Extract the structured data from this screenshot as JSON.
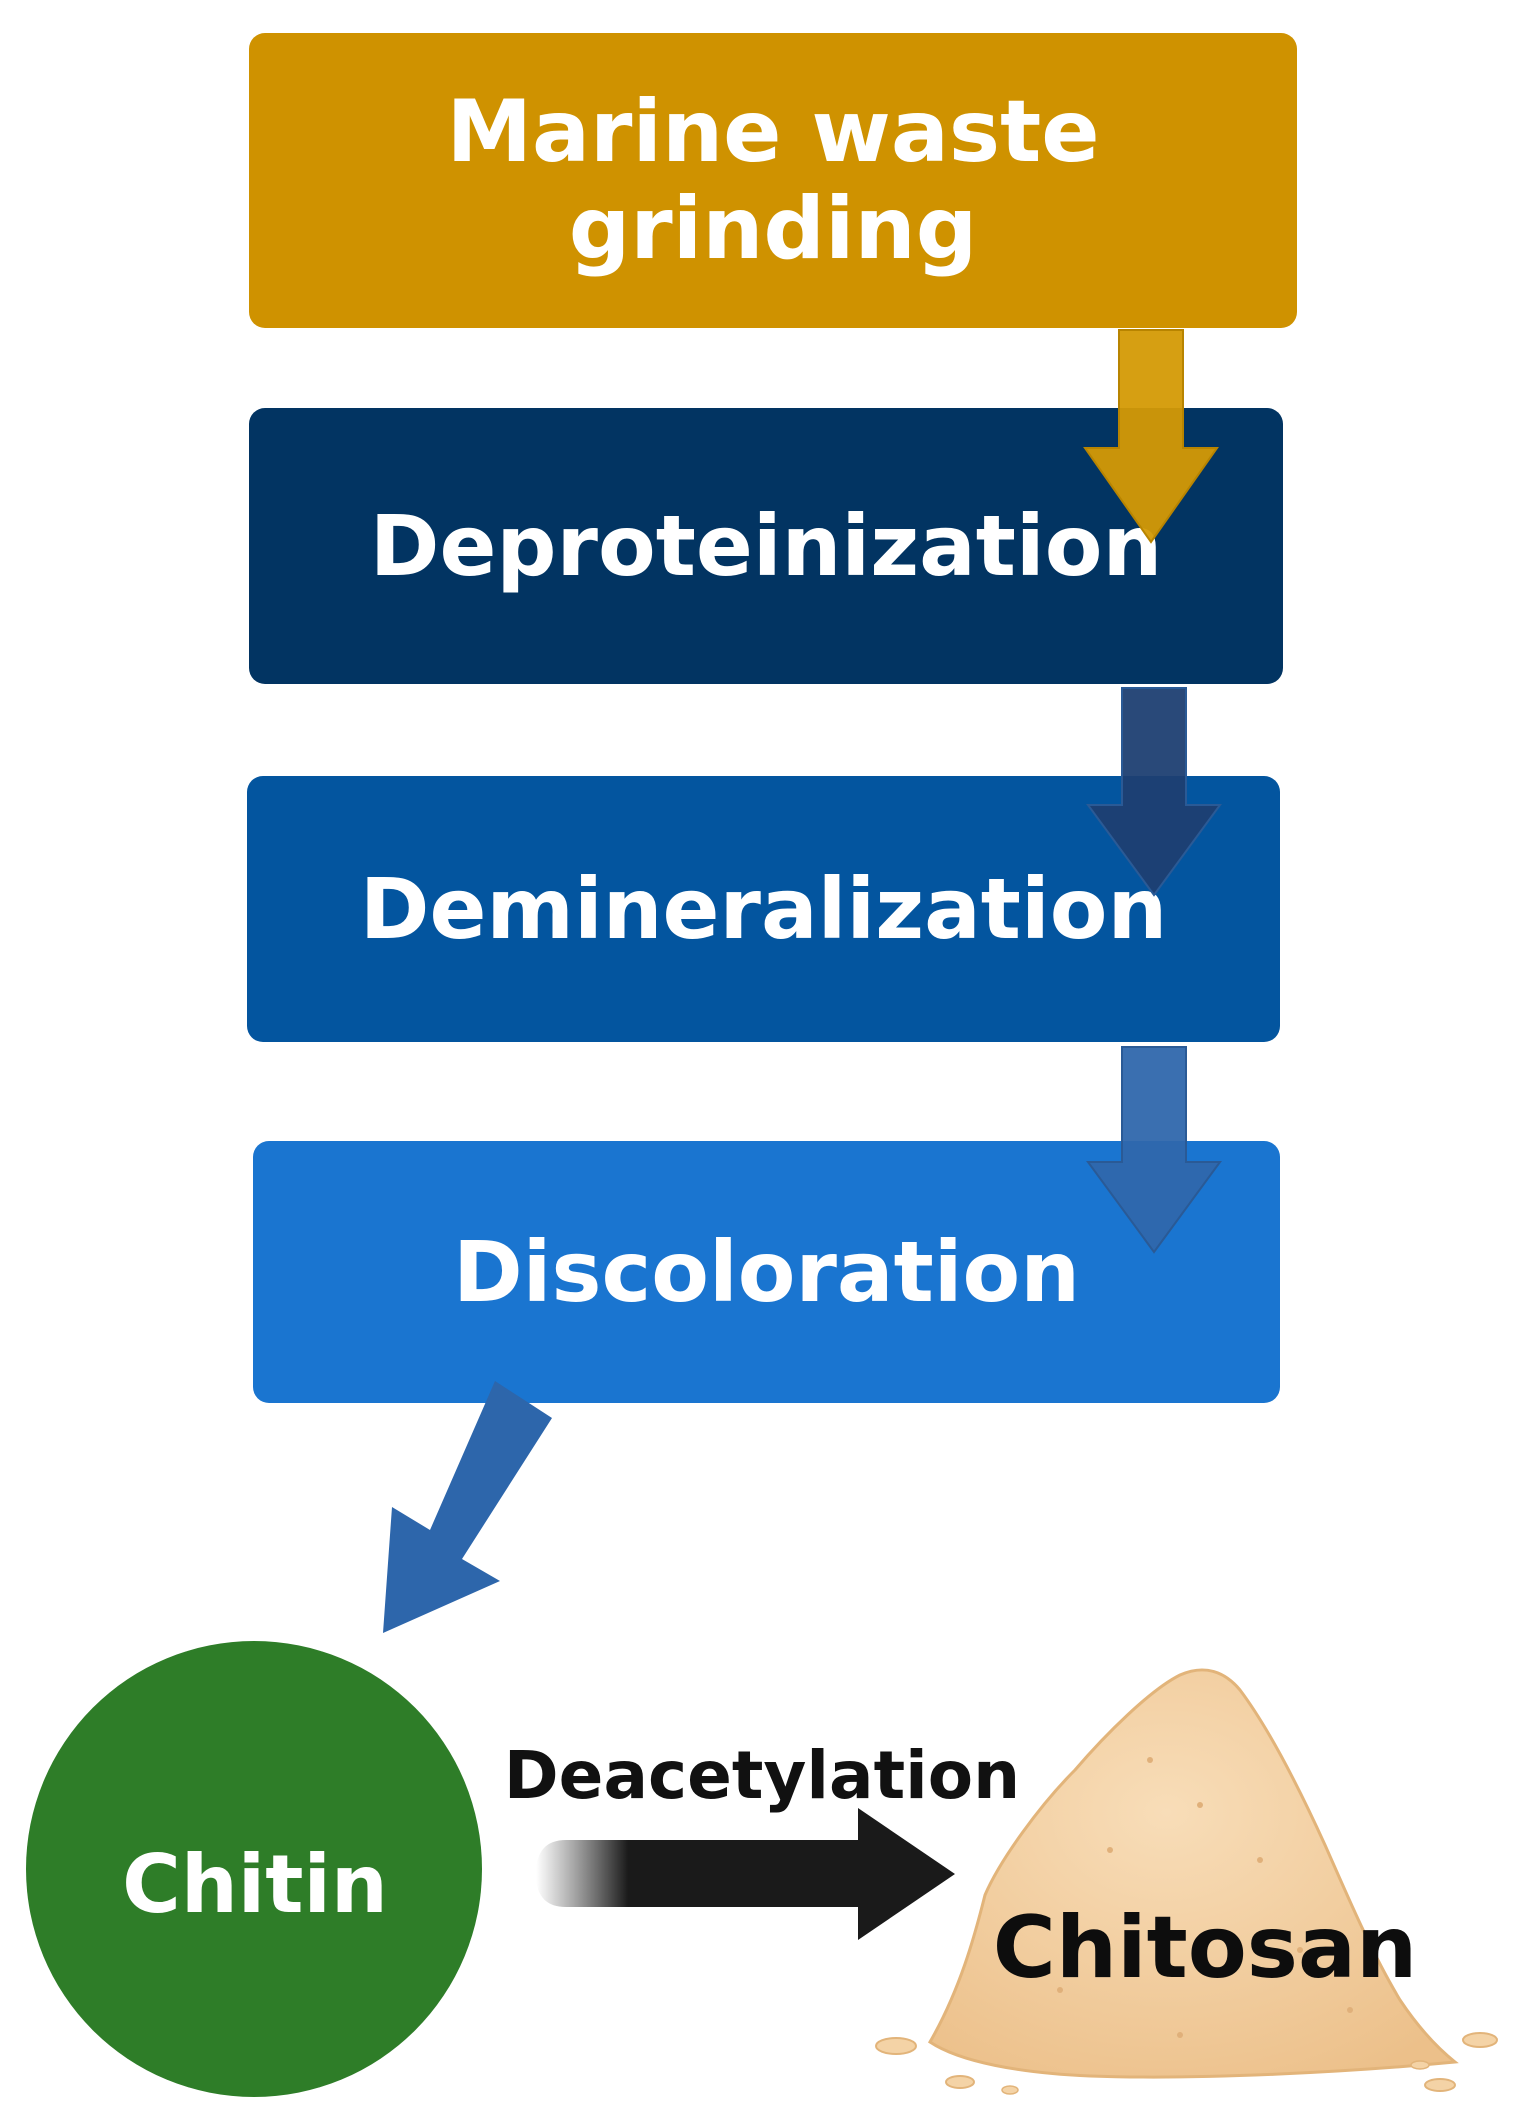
{
  "steps": [
    {
      "label": "Marine  waste grinding",
      "color": "#CF9200"
    },
    {
      "label": "Deproteinization",
      "color": "#023462"
    },
    {
      "label": "Demineralization",
      "color": "#03559F"
    },
    {
      "label": "Discoloration",
      "color": "#1A75D0"
    }
  ],
  "chitin": {
    "label": "Chitin",
    "color": "#2E7D28"
  },
  "reaction": {
    "label": "Deacetylation"
  },
  "product": {
    "label": "Chitosan",
    "color": "#F2CFA0"
  },
  "arrow_colors": [
    "#D49A05",
    "#1D3F72",
    "#2F67AC",
    "#2D66AB"
  ],
  "icons": [
    "down-arrow-icon",
    "diagonal-arrow-icon",
    "gradient-arrow-icon",
    "powder-pile-icon"
  ]
}
